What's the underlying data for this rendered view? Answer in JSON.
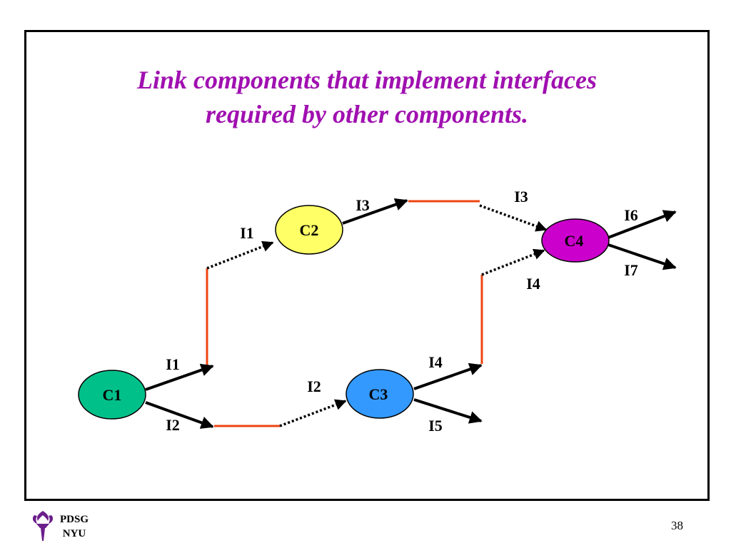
{
  "slide": {
    "title_line1": "Link components that implement interfaces",
    "title_line2": "required by other components.",
    "page_number": "38",
    "footer_org_line1": "PDSG",
    "footer_org_line2": "NYU",
    "logo_icon": "nyu-torch-icon"
  },
  "colors": {
    "title": "#a010b0",
    "c1": "#00c08a",
    "c2": "#ffff66",
    "c3": "#3399ff",
    "c4": "#cc00cc",
    "link": "#ee4411",
    "logo": "#6b1e8a"
  },
  "components": {
    "c1": "C1",
    "c2": "C2",
    "c3": "C3",
    "c4": "C4"
  },
  "interfaces": {
    "c1_i1": "I1",
    "c1_i2": "I2",
    "c2_i1": "I1",
    "c2_i3": "I3",
    "c3_i2": "I2",
    "c3_i4": "I4",
    "c3_i5": "I5",
    "c4_i3": "I3",
    "c4_i4": "I4",
    "c4_i6": "I6",
    "c4_i7": "I7"
  }
}
